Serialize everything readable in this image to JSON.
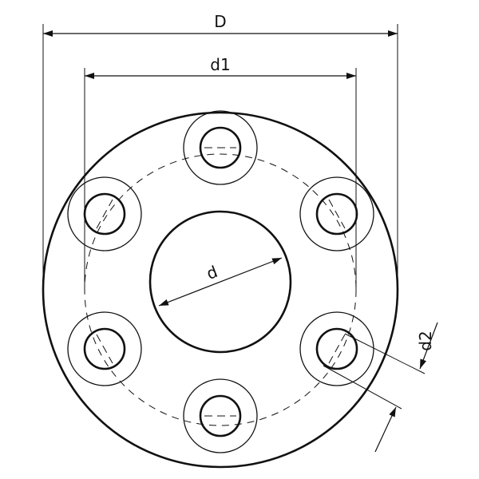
{
  "labels": {
    "outer_diameter": "D",
    "bolt_circle_diameter": "d1",
    "bore_diameter": "d",
    "hole_diameter": "d2"
  },
  "colors": {
    "line": "#111111",
    "background": "#ffffff"
  },
  "diagram": {
    "bolt_hole_count": 6
  }
}
